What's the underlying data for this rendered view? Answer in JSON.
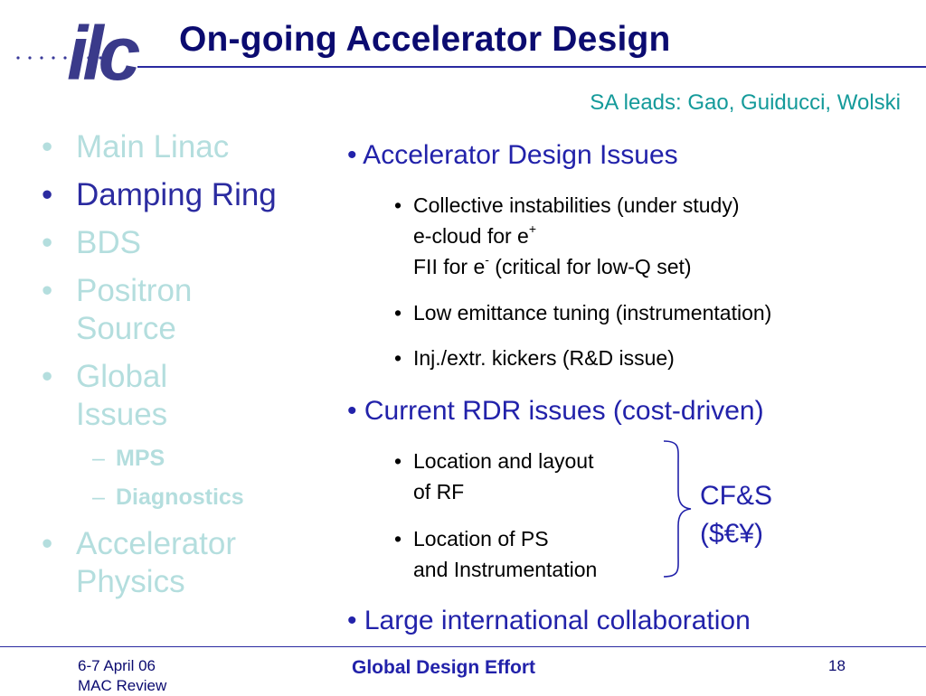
{
  "header": {
    "logo_text": "ilc",
    "title": "On-going Accelerator Design",
    "leads": "SA leads: Gao, Guiducci, Wolski"
  },
  "nav": {
    "items": [
      {
        "label": "Main Linac",
        "active": false
      },
      {
        "label": "Damping Ring",
        "active": true
      },
      {
        "label": "BDS",
        "active": false
      },
      {
        "label": "Positron",
        "label2": "Source",
        "active": false
      },
      {
        "label": "Global",
        "label2": "Issues",
        "active": false
      },
      {
        "label": "Accelerator",
        "label2": "Physics",
        "active": false
      }
    ],
    "subitems": [
      "MPS",
      "Diagnostics"
    ]
  },
  "content": {
    "section1": {
      "heading": "• Accelerator Design Issues",
      "point1": {
        "line1": "Collective instabilities (under study)",
        "line2": "e-cloud for e",
        "line2_sup": "+",
        "line3": "FII for e",
        "line3_sup": "-",
        "line3_tail": " (critical for low-Q set)"
      },
      "point2": "Low emittance tuning (instrumentation)",
      "point3": "Inj./extr. kickers (R&D issue)"
    },
    "section2": {
      "heading": "• Current RDR issues (cost-driven)",
      "point1": {
        "line1": "Location and layout",
        "line2": "of RF"
      },
      "point2": {
        "line1": "Location of PS",
        "line2": "and Instrumentation"
      },
      "bracket_label1": "CF&S",
      "bracket_label2": "($€¥)"
    },
    "section3": {
      "heading": "• Large international collaboration"
    },
    "bullet": "•"
  },
  "footer": {
    "date_line1": "6-7 April 06",
    "date_line2": "MAC Review",
    "center": "Global Design Effort",
    "page": "18"
  },
  "colors": {
    "title": "#0b0b70",
    "accent": "#2222aa",
    "teal": "#149a9a",
    "faded": "#b4dede"
  }
}
